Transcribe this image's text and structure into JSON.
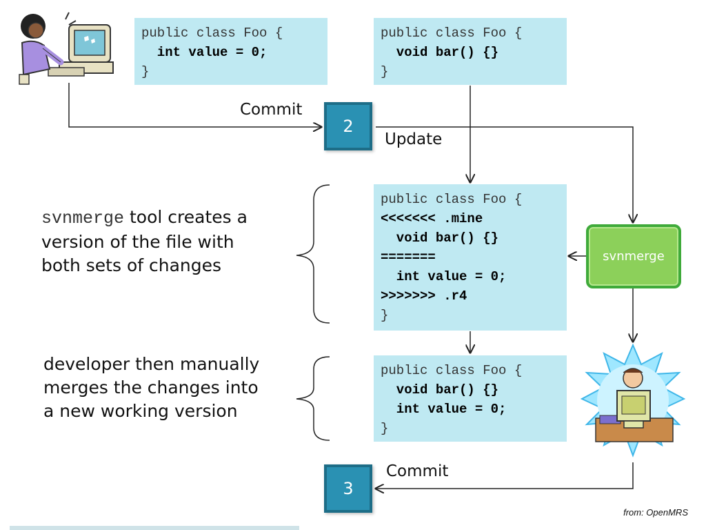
{
  "top_left_code": [
    "public class Foo {",
    "  int value = 0;",
    "}"
  ],
  "top_right_code": [
    "public class Foo {",
    "  void bar() {}",
    "}"
  ],
  "merged_code": [
    "public class Foo {",
    "<<<<<<< .mine",
    "  void bar() {}",
    "=======",
    "  int value = 0;",
    ">>>>>>> .r4",
    "}"
  ],
  "final_code": [
    "public class Foo {",
    "  void bar() {}",
    "  int value = 0;",
    "}"
  ],
  "labels": {
    "commit_top": "Commit",
    "update": "Update",
    "commit_bottom": "Commit",
    "step2": "2",
    "step3": "3",
    "svnmerge_box": "svnmerge"
  },
  "descriptions": {
    "svnmerge_mono": "svnmerge",
    "svnmerge_line1_rest": " tool creates a",
    "svnmerge_line2": "version of the file with",
    "svnmerge_line3": "both sets of changes",
    "manual_line1": "developer then manually",
    "manual_line2": "merges the changes into",
    "manual_line3": "a new working version"
  },
  "credit": "from: OpenMRS"
}
